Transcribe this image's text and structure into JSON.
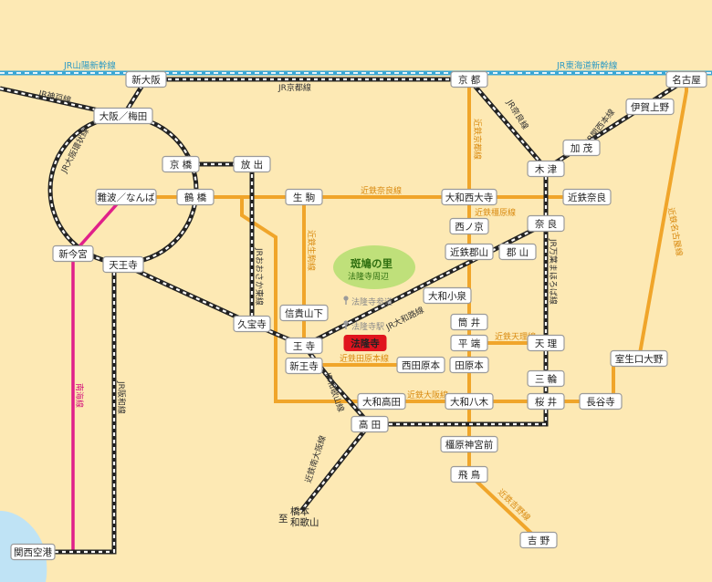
{
  "colors": {
    "background": "#fde9b4",
    "kintetsu": "#f0a52a",
    "nankai": "#e0208a",
    "shinkansen": "#3aa7d6",
    "jr": "#222222",
    "highlight_station": "#e0141e",
    "area": "#bfe07a",
    "sea": "#bfe3f5"
  },
  "line_labels": {
    "sanyo_shinkansen": "JR山陽新幹線",
    "tokaido_shinkansen": "JR東海道新幹線",
    "jr_kobe": "JR神戸線",
    "jr_kyoto": "JR京都線",
    "jr_loop": "JR大阪環状線",
    "jr_nara": "JR奈良線",
    "jr_kansai_main": "JR関西本線",
    "kintetsu_kyoto": "近鉄京都線",
    "kintetsu_nara": "近鉄奈良線",
    "kintetsu_kashihara": "近鉄橿原線",
    "kintetsu_ikoma": "近鉄生駒線",
    "jr_osaka_higashi": "JRおおさか東線",
    "jr_yamatoji": "JR大和路線",
    "jr_manyo": "JR万葉まほろば線",
    "kintetsu_nagoya": "近鉄名古屋線",
    "kintetsu_tenri": "近鉄天理線",
    "kintetsu_tawaramoto": "近鉄田原本線",
    "kintetsu_osaka": "近鉄大阪線",
    "jr_wakayama": "JR和歌山線",
    "kintetsu_minami_osaka": "近鉄南大阪線",
    "kintetsu_yoshino": "近鉄吉野線",
    "nankai": "南海線",
    "jr_hanwa": "JR阪和線"
  },
  "stations": {
    "shin_osaka": "新大阪",
    "kyoto": "京 都",
    "nagoya": "名古屋",
    "osaka_umeda": "大阪／梅田",
    "iga_ueno": "伊賀上野",
    "kamo": "加 茂",
    "kyobashi": "京 橋",
    "hanaten": "放 出",
    "kizu": "木 津",
    "namba": "難波／なんば",
    "tsuruhashi": "鶴 橋",
    "ikoma": "生 駒",
    "yamato_saidaiji": "大和西大寺",
    "kintetsu_nara": "近鉄奈良",
    "nishinokyo": "西ノ京",
    "nara": "奈 良",
    "shin_imamiya": "新今宮",
    "tennoji": "天王寺",
    "kintetsu_koriyama": "近鉄郡山",
    "koriyama": "郡 山",
    "yamato_koizumi": "大和小泉",
    "kyuhoji": "久宝寺",
    "shigisanshita": "信貴山下",
    "tsutsui": "筒 井",
    "oji": "王 寺",
    "horyuji": "法隆寺",
    "hirahata": "平 端",
    "tenri": "天 理",
    "shin_oji": "新王寺",
    "nishitawaramoto": "西田原本",
    "tawaramoto": "田原本",
    "miwa": "三 輪",
    "asagiri": "室生口大野",
    "yamato_takada": "大和高田",
    "yamato_yagi": "大和八木",
    "sakurai": "桜 井",
    "hasedera": "長谷寺",
    "takada": "高 田",
    "kashihara_jingumae": "橿原神宮前",
    "asuka": "飛 鳥",
    "yoshino": "吉 野",
    "kansai_airport": "関西空港"
  },
  "area": {
    "title": "斑鳩の里",
    "subtitle": "法隆寺周辺"
  },
  "landmarks": {
    "horyuji_sando": "法隆寺参道",
    "horyuji_eki": "法隆寺駅"
  },
  "destination": {
    "prefix": "至",
    "line1": "橋本",
    "line2": "和歌山"
  },
  "icons": {
    "landmark_pin": "pin-icon"
  }
}
